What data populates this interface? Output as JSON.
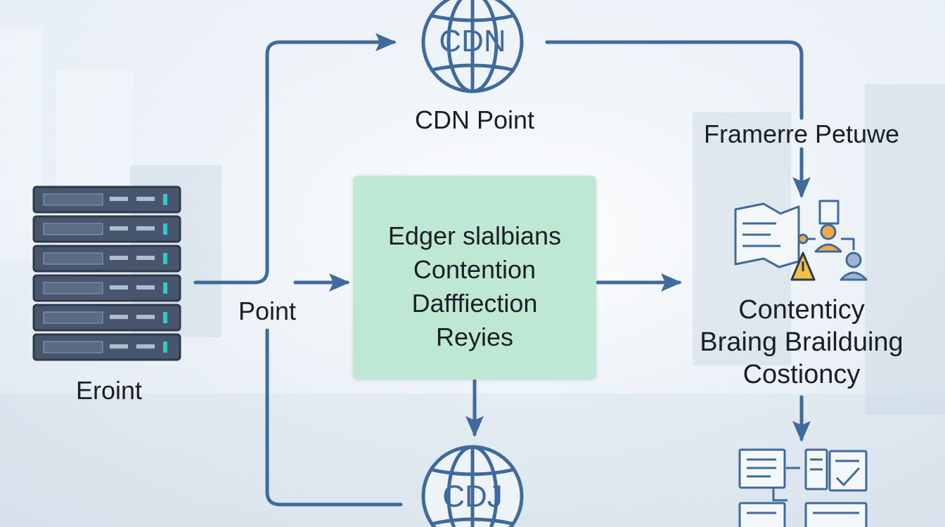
{
  "labels": {
    "cdn_top_icon_text": "CDN",
    "cdn_point": "CDN Point",
    "framework": "Framerre Petuwe",
    "server": "Eroint",
    "point": "Point",
    "cdn_bottom_icon_text": "CDJ"
  },
  "center_box": {
    "lines": [
      "Edger slalbians",
      "Contention",
      "Dafffiection",
      "Reyies"
    ]
  },
  "right_block": {
    "lines": [
      "Contenticy",
      "Braing Brailduing",
      "Costioncy"
    ]
  },
  "colors": {
    "arrow": "#3f6a9c",
    "center_box": "#bfe8d4",
    "server_body": "#47566d",
    "server_accent": "#36c6c9",
    "icon_orange": "#f0a94a",
    "icon_blue": "#3f6a9c"
  }
}
